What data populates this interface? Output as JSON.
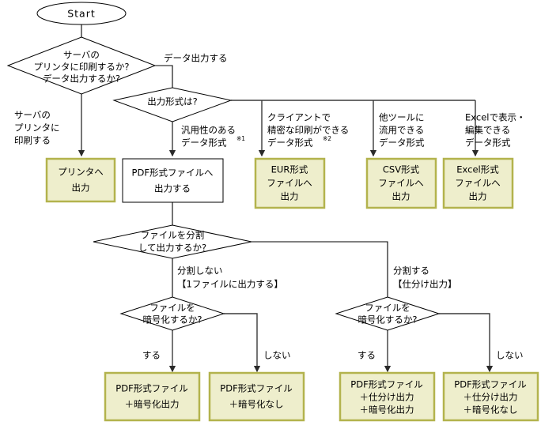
{
  "diagram": {
    "title": "出力形式選択フローチャート",
    "colors": {
      "yellow_fill": "#eeeecc",
      "yellow_border": "#b3b34d",
      "plain_fill": "#ffffff",
      "line": "#3a3a3a",
      "text": "#000000"
    }
  },
  "nodes": {
    "start": {
      "label": "Start",
      "shape": "ellipse"
    },
    "decision_print_or_data": {
      "shape": "diamond",
      "lines": [
        "サーバの",
        "プリンタに印刷するか?",
        "データ出力するか?"
      ]
    },
    "decision_format": {
      "shape": "diamond",
      "lines": [
        "出力形式は?"
      ]
    },
    "box_printer": {
      "shape": "box-yellow",
      "lines": [
        "プリンタへ",
        "出力"
      ]
    },
    "box_pdf": {
      "shape": "box-plain",
      "lines": [
        "PDF形式ファイルへ",
        "出力する"
      ]
    },
    "box_eur": {
      "shape": "box-yellow",
      "lines": [
        "EUR形式",
        "ファイルへ",
        "出力"
      ]
    },
    "box_csv": {
      "shape": "box-yellow",
      "lines": [
        "CSV形式",
        "ファイルへ",
        "出力"
      ]
    },
    "box_excel": {
      "shape": "box-yellow",
      "lines": [
        "Excel形式",
        "ファイルへ",
        "出力"
      ]
    },
    "decision_split": {
      "shape": "diamond",
      "lines": [
        "ファイルを分割",
        "して出力するか?"
      ]
    },
    "decision_encrypt_left": {
      "shape": "diamond",
      "lines": [
        "ファイルを",
        "暗号化するか?"
      ]
    },
    "decision_encrypt_right": {
      "shape": "diamond",
      "lines": [
        "ファイルを",
        "暗号化するか?"
      ]
    },
    "box_pdf_enc": {
      "shape": "box-yellow",
      "lines": [
        "PDF形式ファイル",
        "＋暗号化出力"
      ]
    },
    "box_pdf_noenc": {
      "shape": "box-yellow",
      "lines": [
        "PDF形式ファイル",
        "＋暗号化なし"
      ]
    },
    "box_pdf_split_enc": {
      "shape": "box-yellow",
      "lines": [
        "PDF形式ファイル",
        "＋仕分け出力",
        "＋暗号化出力"
      ]
    },
    "box_pdf_split_noenc": {
      "shape": "box-yellow",
      "lines": [
        "PDF形式ファイル",
        "＋仕分け出力",
        "＋暗号化なし"
      ]
    }
  },
  "edge_labels": {
    "data_output": "データ出力する",
    "print_server": [
      "サーバの",
      "プリンタに",
      "印刷する"
    ],
    "format_generic": [
      "汎用性のある",
      "データ形式"
    ],
    "format_generic_note": "※1",
    "format_client_print": [
      "クライアントで",
      "精密な印刷ができる",
      "データ形式"
    ],
    "format_client_print_note": "※2",
    "format_other_tool": [
      "他ツールに",
      "流用できる",
      "データ形式"
    ],
    "format_excel": [
      "Excelで表示・",
      "編集できる",
      "データ形式"
    ],
    "split_no": [
      "分割しない",
      "【1ファイルに出力する】"
    ],
    "split_yes": [
      "分割する",
      "【仕分け出力】"
    ],
    "encrypt_yes_left": "する",
    "encrypt_no_left": "しない",
    "encrypt_yes_right": "する",
    "encrypt_no_right": "しない"
  }
}
